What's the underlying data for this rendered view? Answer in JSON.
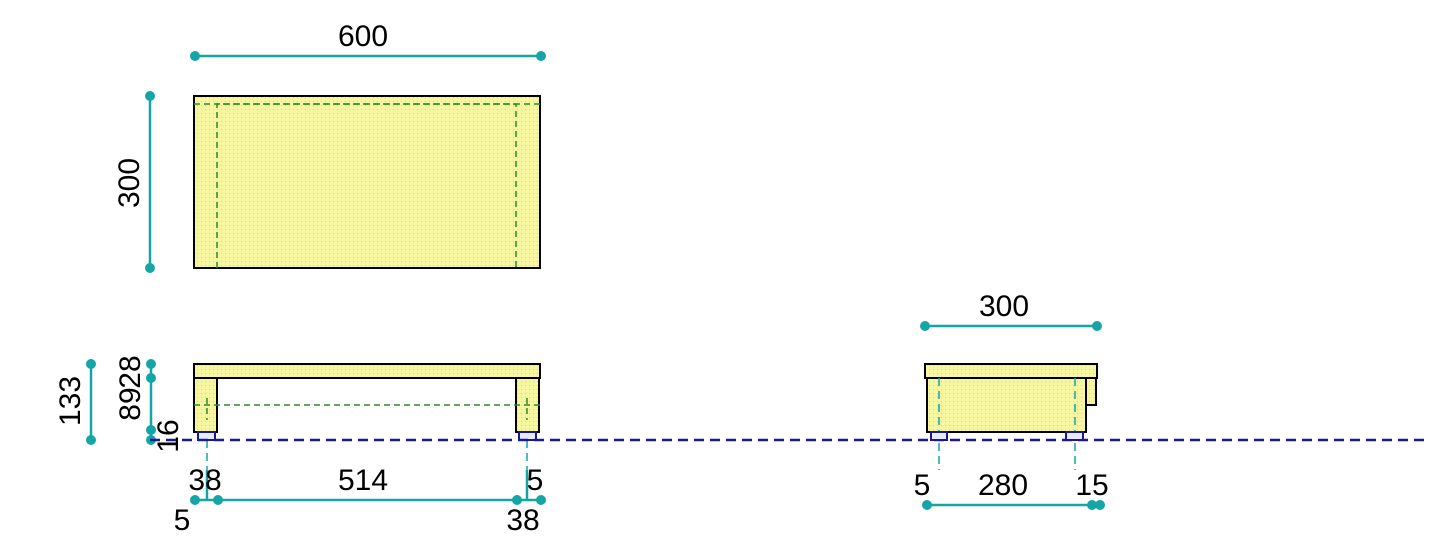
{
  "top_view": {
    "width_dim": "600",
    "depth_dim": "300"
  },
  "front_view": {
    "height_total": "133",
    "dim_89": "89",
    "dim_28": "28",
    "dim_16": "16",
    "leg_left_top": "38",
    "span": "514",
    "leg_right_top": "5",
    "offset_left_bottom": "5",
    "leg_right_bottom": "38"
  },
  "side_view": {
    "width_dim": "300",
    "offset_left": "5",
    "span": "280",
    "offset_right": "15"
  },
  "colors": {
    "wood_fill": "#f6f6a0",
    "dimension_line": "#14a6a6",
    "hidden_line": "#2d8a2d",
    "ground_line": "#1a1a8a"
  }
}
